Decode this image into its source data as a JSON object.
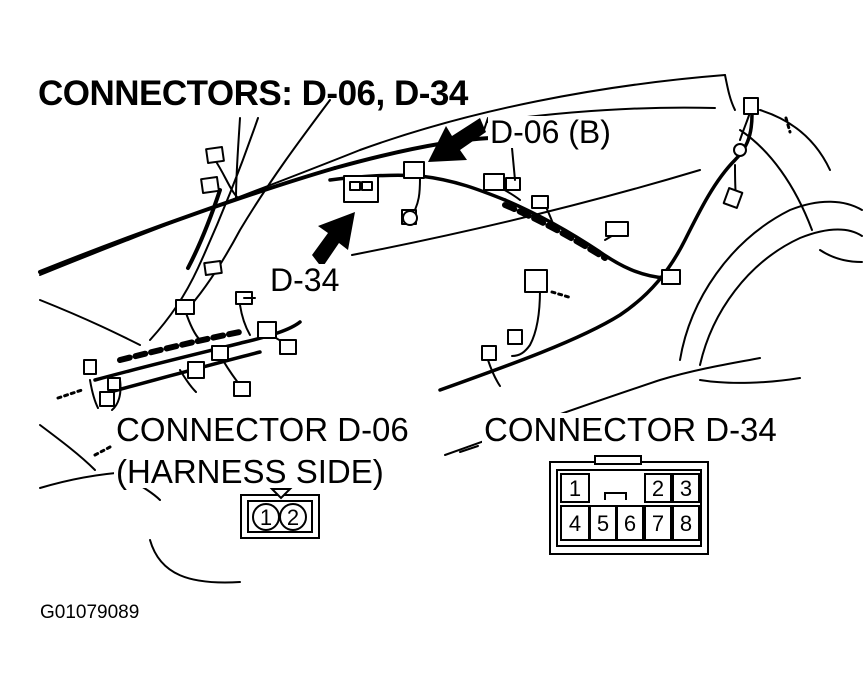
{
  "title": "CONNECTORS: D-06, D-34",
  "callouts": {
    "d06": "D-06 (B)",
    "d34": "D-34"
  },
  "connector_d06": {
    "title": "CONNECTOR D-06",
    "subtitle": "(HARNESS SIDE)",
    "pins": [
      "1",
      "2"
    ]
  },
  "connector_d34": {
    "title": "CONNECTOR D-34",
    "pins": [
      "1",
      "2",
      "3",
      "4",
      "5",
      "6",
      "7",
      "8"
    ]
  },
  "figure_id": "G01079089",
  "colors": {
    "ink": "#000000",
    "background": "#ffffff"
  }
}
